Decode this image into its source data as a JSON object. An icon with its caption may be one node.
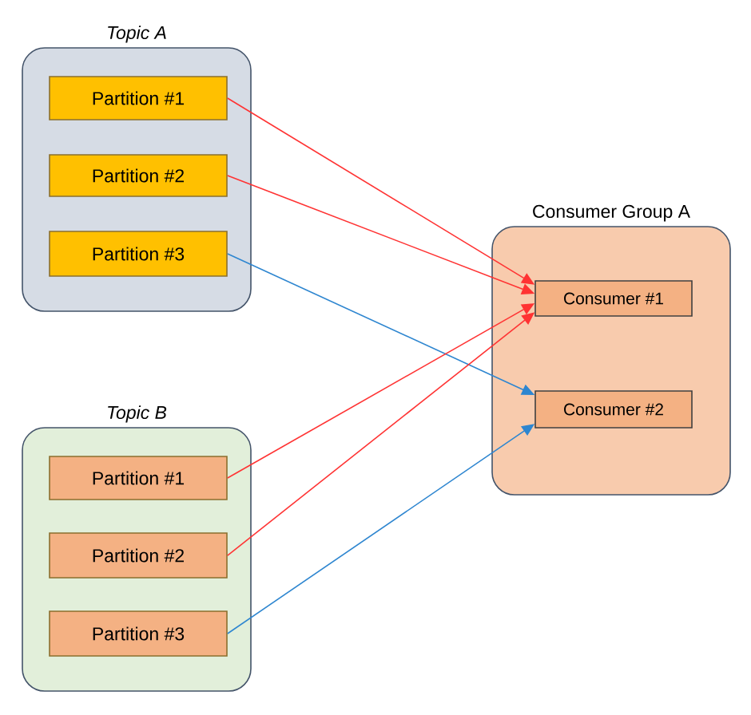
{
  "diagram": {
    "nodes": [
      {
        "text": [
          "Topic A"
        ]
      },
      {
        "text": [
          "Partition #1"
        ],
        "in": 0
      },
      {
        "text": [
          "Partition #2"
        ],
        "in": 0
      },
      {
        "text": [
          "Partition #3"
        ],
        "in": 0
      },
      {
        "text": [
          "Topic B"
        ]
      },
      {
        "text": [
          "Partition #1"
        ],
        "in": 4
      },
      {
        "text": [
          "Partition #2"
        ],
        "in": 4
      },
      {
        "text": [
          "Partition #3"
        ],
        "in": 4
      },
      {
        "text": [
          "Consumer Group A"
        ]
      },
      {
        "text": [
          "Consumer #1"
        ],
        "in": 8
      },
      {
        "text": [
          "Consumer #2"
        ],
        "in": 8
      }
    ],
    "edges": [
      {
        "from": 1,
        "to": 9,
        "arrow": "to"
      },
      {
        "from": 2,
        "to": 9,
        "arrow": "to"
      },
      {
        "from": 3,
        "to": 10,
        "arrow": "to",
        "color": "#2e86d0"
      },
      {
        "from": 5,
        "to": 9,
        "arrow": "to"
      },
      {
        "from": 6,
        "to": 9,
        "arrow": "to"
      },
      {
        "from": 7,
        "to": 10,
        "arrow": "to",
        "color": "#2e86d0"
      }
    ]
  }
}
